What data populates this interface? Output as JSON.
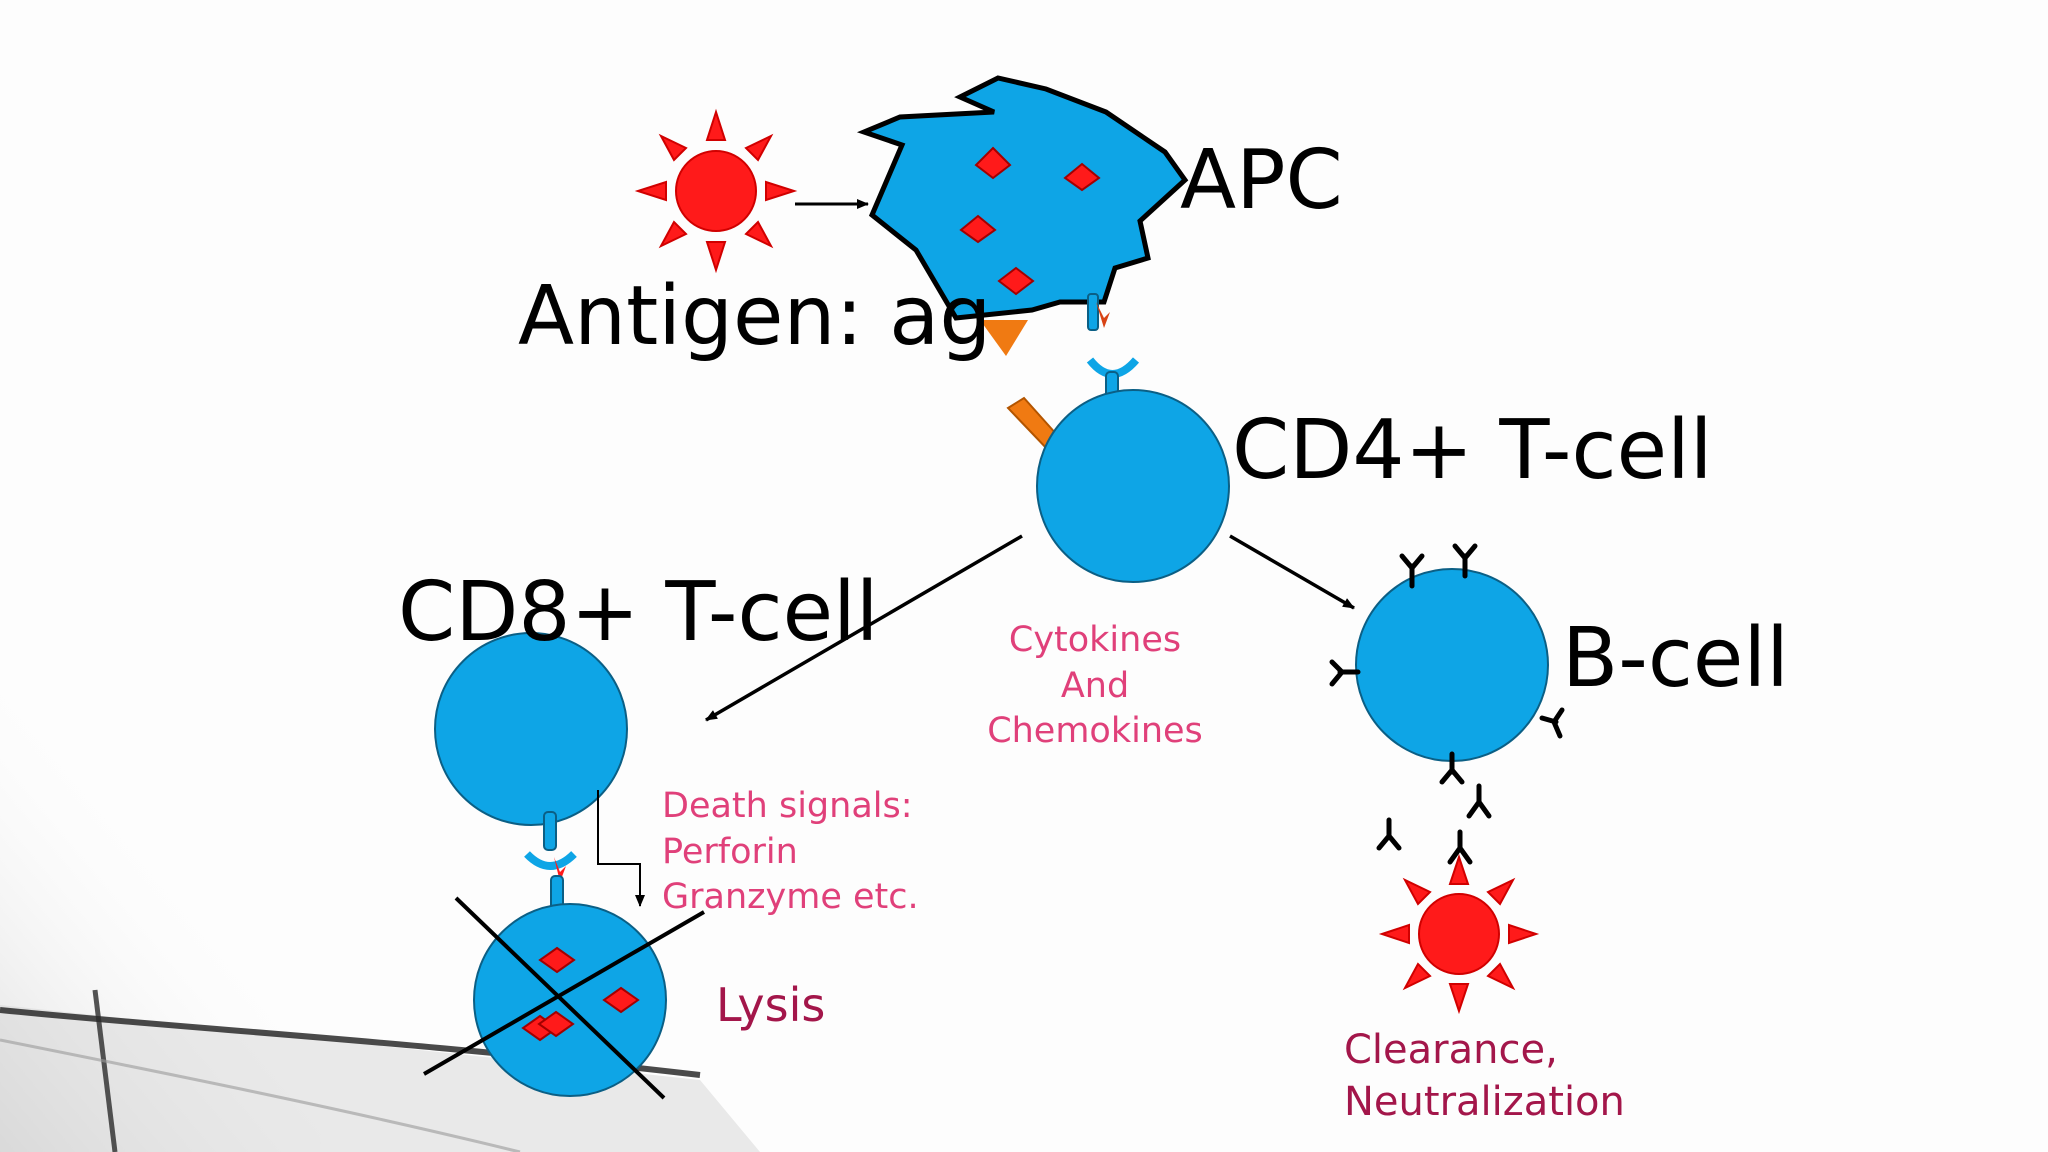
{
  "labels": {
    "apc": "APC",
    "antigen": "Antigen: ag",
    "cd4": "CD4+ T-cell",
    "cd8": "CD8+ T-cell",
    "bcell": "B-cell",
    "cytokines": [
      "Cytokines",
      "And",
      "Chemokines"
    ],
    "death_signals": [
      "Death signals:",
      "Perforin",
      "Granzyme etc."
    ],
    "lysis": "Lysis",
    "clearance": [
      "Clearance,",
      "Neutralization"
    ]
  },
  "colors": {
    "cell_fill": "#0ea5e6",
    "antigen_red": "#ff1a1a",
    "orange": "#f07a12",
    "pink_text": "#e0407a",
    "maroon_text": "#a3164a"
  }
}
